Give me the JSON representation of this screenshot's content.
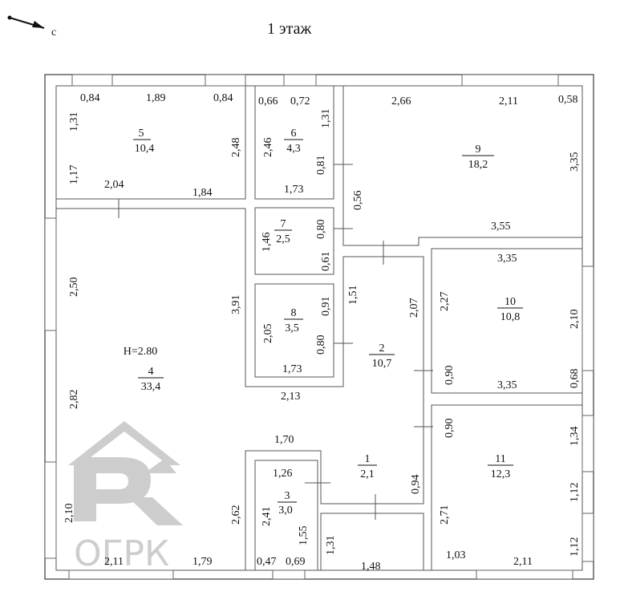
{
  "title": "1 этаж",
  "logo_text": "ОГРК",
  "compass_label": "с",
  "height_label": "H=2.80",
  "rooms": [
    {
      "num": "5",
      "area": "10,4"
    },
    {
      "num": "6",
      "area": "4,3"
    },
    {
      "num": "9",
      "area": "18,2"
    },
    {
      "num": "7",
      "area": "2,5"
    },
    {
      "num": "8",
      "area": "3,5"
    },
    {
      "num": "10",
      "area": "10,8"
    },
    {
      "num": "2",
      "area": "10,7"
    },
    {
      "num": "4",
      "area": "33,4"
    },
    {
      "num": "1",
      "area": "2,1"
    },
    {
      "num": "11",
      "area": "12,3"
    },
    {
      "num": "3",
      "area": "3,0"
    }
  ],
  "dims": [
    "0,84",
    "1,89",
    "0,84",
    "1,31",
    "2,48",
    "1,17",
    "2,04",
    "1,84",
    "0,66",
    "0,72",
    "1,31",
    "2,46",
    "0,81",
    "1,73",
    "2,66",
    "2,11",
    "0,58",
    "3,35",
    "3,55",
    "0,56",
    "1,46",
    "0,80",
    "0,61",
    "2,50",
    "3,91",
    "1,51",
    "2,07",
    "3,35",
    "2,27",
    "2,10",
    "2,05",
    "0,91",
    "0,80",
    "1,73",
    "0,90",
    "3,35",
    "0,68",
    "2,82",
    "2,13",
    "1,70",
    "0,90",
    "1,34",
    "1,26",
    "2,41",
    "1,55",
    "0,94",
    "2,71",
    "1,12",
    "2,10",
    "2,62",
    "1,31",
    "1,12",
    "2,11",
    "1,79",
    "0,47",
    "0,69",
    "1,48",
    "1,03",
    "2,11"
  ]
}
